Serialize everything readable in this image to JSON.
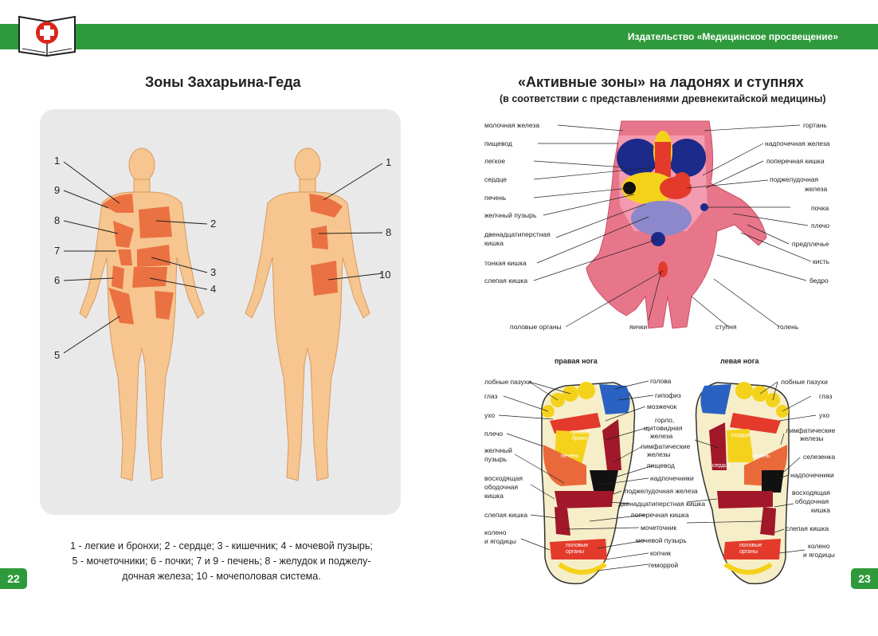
{
  "header": {
    "publisher": "Издательство «Медицинское просвещение»"
  },
  "pages": {
    "left_number": "22",
    "right_number": "23"
  },
  "left": {
    "title": "Зоны Захарьина-Геда",
    "front_numbers": [
      "1",
      "9",
      "8",
      "7",
      "6",
      "5",
      "2",
      "3",
      "4"
    ],
    "back_numbers": [
      "1",
      "8",
      "10"
    ],
    "legend_lines": [
      "1 - легкие и бронхи; 2 - сердце; 3 - кишечник; 4 - мочевой пузырь;",
      "5 - мочеточники; 6 - почки; 7 и 9 - печень; 8 - желудок и поджелу-",
      "дочная железа;  10 - мочеполовая система."
    ]
  },
  "right": {
    "title": "«Активные зоны» на ладонях и ступнях",
    "subtitle": "(в соответствии с представлениями древнекитайской медицины)",
    "hand_labels_left": [
      "молочная железа",
      "пищевод",
      "легкое",
      "сердце",
      "печень",
      "желчный пузырь",
      "двенадцатиперстная",
      "кишка",
      "тонкая кишка",
      "слепая кишка",
      "половые органы"
    ],
    "hand_labels_right": [
      "гортань",
      "надпочечная железа",
      "поперечная кишка",
      "поджелудочная",
      "железа",
      "почка",
      "плечо",
      "предплечье",
      "кисть",
      "бедро",
      "голень"
    ],
    "hand_labels_bottom": [
      "яички",
      "ступня"
    ],
    "feet": {
      "right_foot_title": "правая нога",
      "left_foot_title": "левая нога",
      "outer_left_labels": [
        "лобные пазухи",
        "глаз",
        "ухо",
        "плечо",
        "желчный",
        "пузырь",
        "восходящая",
        "ободочная",
        "кишка",
        "слепая кишка",
        "колено",
        "и ягодицы"
      ],
      "center_labels": [
        "голова",
        "гипофиз",
        "мозжечок",
        "горло,",
        "щитовидная",
        "железа",
        "лимфатические",
        "железы",
        "пищевод",
        "надпочечники",
        "поджелудочная железа",
        "двенадцатиперстная кишка",
        "поперечная кишка",
        "мочеточник",
        "мочевой пузырь",
        "копчик",
        "геморрой"
      ],
      "outer_right_labels": [
        "лобные пазухи",
        "глаз",
        "ухо",
        "лимфатические",
        "железы",
        "селезенка",
        "надпочечники",
        "восходящая",
        "ободочная",
        "кишка",
        "слепая кишка",
        "колено",
        "и ягодицы"
      ],
      "inner_labels": [
        "правый",
        "бронх",
        "печень",
        "сердце",
        "сердце",
        "печень",
        "половые",
        "органы",
        "половые",
        "органы"
      ]
    }
  },
  "colors": {
    "green": "#2f9a3c",
    "skin": "#f7c58f",
    "zone": "#e9693a",
    "panel": "#e9e9ea"
  },
  "icons": [
    "medical-book-logo-icon"
  ]
}
